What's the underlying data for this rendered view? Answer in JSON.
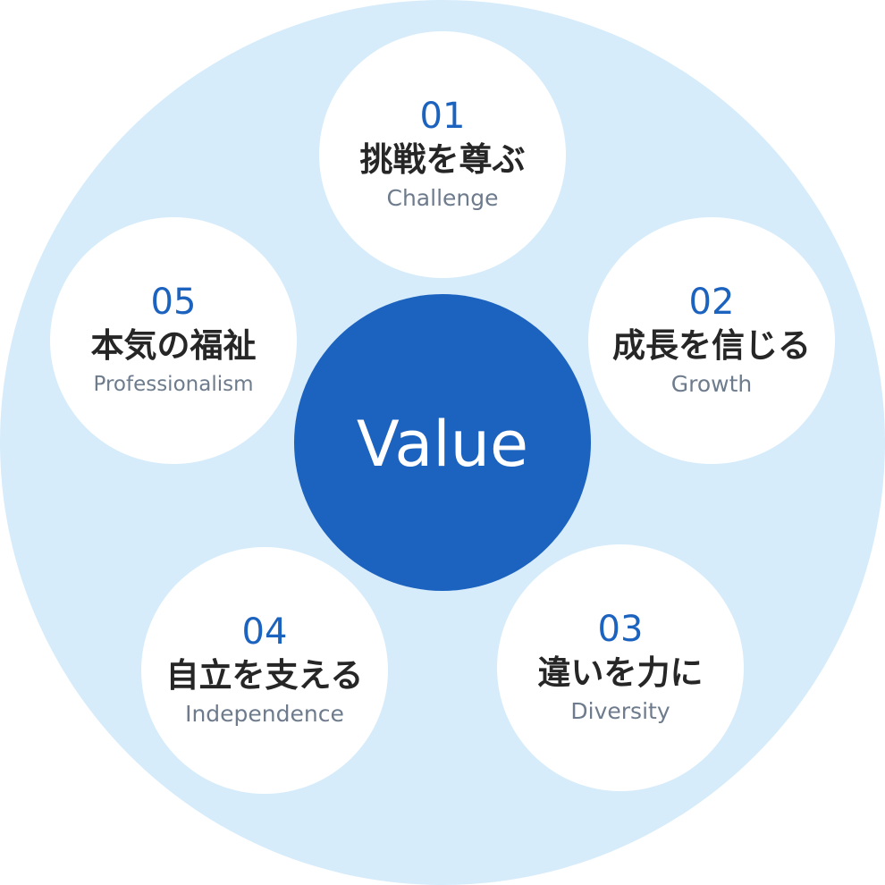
{
  "center": {
    "label": "Value"
  },
  "values": [
    {
      "number": "01",
      "title": "挑戦を尊ぶ",
      "subtitle": "Challenge"
    },
    {
      "number": "02",
      "title": "成長を信じる",
      "subtitle": "Growth"
    },
    {
      "number": "03",
      "title": "違いを力に",
      "subtitle": "Diversity"
    },
    {
      "number": "04",
      "title": "自立を支える",
      "subtitle": "Independence"
    },
    {
      "number": "05",
      "title": "本気の福祉",
      "subtitle": "Professionalism"
    }
  ],
  "colors": {
    "outer_background": "#d6ecfb",
    "center_fill": "#1c62bf",
    "number_text": "#1c62bf",
    "title_text": "#262626",
    "subtitle_text": "#6d7b8c"
  }
}
